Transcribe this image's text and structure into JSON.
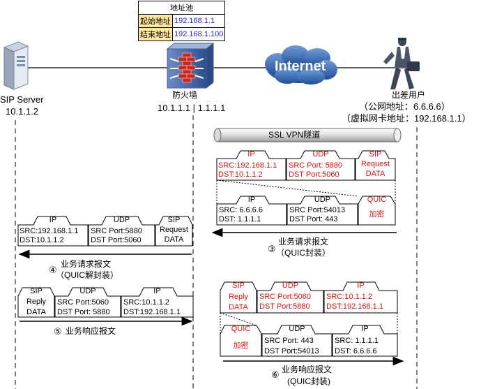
{
  "address_pool": {
    "title": "地址池",
    "rows": [
      {
        "key": "起始地址",
        "value": "192.168.1.1"
      },
      {
        "key": "结束地址",
        "value": "192.168.1.100"
      }
    ]
  },
  "internet_label": "Internet",
  "sip_server": {
    "name": "SIP Server",
    "ip": "10.1.1.2"
  },
  "firewall": {
    "name": "防火墙",
    "ip": "10.1.1.1 | 1.1.1.1"
  },
  "travel_user": {
    "name": "出差用户",
    "public_ip": "（公网地址：6.6.6.6）",
    "virtual_ip": "（虚拟网卡地址：192.168.1.1）"
  },
  "tunnel_label": "SSL VPN隧道",
  "pkt_inner_req": {
    "ip_title": "IP",
    "ip_src": "SRC:192.168.1.1",
    "ip_dst": "DST:10.1.1.2",
    "udp_title": "UDP",
    "udp_src": "SRC Port: 5880",
    "udp_dst": "DST Port:5060",
    "sip_title": "SIP",
    "sip_l1": "Request",
    "sip_l2": "DATA"
  },
  "pkt_outer_req": {
    "ip_title": "IP",
    "ip_src": "SRC:   6.6.6.6",
    "ip_dst": "DST:    1.1.1.1",
    "udp_title": "UDP",
    "udp_src": "SRC Port:54013",
    "udp_dst": "DST Port: 443",
    "quic_title": "QUIC",
    "quic_body": "加密"
  },
  "step3": {
    "num": "③",
    "l1": "业务请求报文",
    "l2": "（QUIC封装）"
  },
  "pkt_dec_req": {
    "ip_title": "IP",
    "ip_src": "SRC:192.168.1.1",
    "ip_dst": "DST:10.1.1.2",
    "udp_title": "UDP",
    "udp_src": "SRC Port:5880",
    "udp_dst": "DST Port:5060",
    "sip_title": "SIP",
    "sip_l1": "Request",
    "sip_l2": "DATA"
  },
  "step4": {
    "num": "④",
    "l1": "业务请求报文",
    "l2": "（QUIC解封装）"
  },
  "pkt_resp_left": {
    "sip_title": "SIP",
    "sip_l1": "Reply",
    "sip_l2": "DATA",
    "udp_title": "UDP",
    "udp_src": "SRC Port:5060",
    "udp_dst": "DST Port: 5880",
    "ip_title": "IP",
    "ip_src": "SRC:10.1.1.2",
    "ip_dst": "DST:192.168.1.1"
  },
  "step5": {
    "num": "⑤",
    "l1": "业务响应报文"
  },
  "pkt_resp_inner": {
    "sip_title": "SIP",
    "sip_l1": "Reply",
    "sip_l2": "DATA",
    "udp_title": "UDP",
    "udp_src": "SRC Port:5060",
    "udp_dst": "DST Port:5880",
    "ip_title": "IP",
    "ip_src": "SRC:10.1.1.2",
    "ip_dst": "DST:192.168.1.1"
  },
  "pkt_resp_outer": {
    "quic_title": "QUIC",
    "quic_body": "加密",
    "udp_title": "UDP",
    "udp_src": "SRC Port:  443",
    "udp_dst": "DST Port:54013",
    "ip_title": "IP",
    "ip_src": "SRC:  1.1.1.1",
    "ip_dst": "DST:  6.6.6.6"
  },
  "step6": {
    "num": "⑥",
    "l1": "业务响应报文",
    "l2": "(QUIC封装)"
  },
  "colors": {
    "red": "#e01010",
    "blue": "#2424d0",
    "pool_key_bg": "#ffe79b"
  }
}
